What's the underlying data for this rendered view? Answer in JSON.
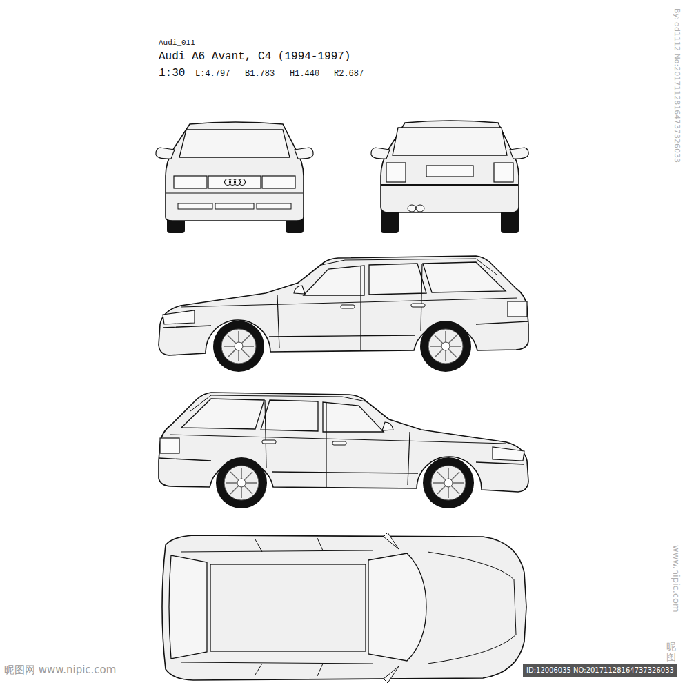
{
  "diagram": {
    "title": "Audi A6 Avant, C4 (1994-1997)",
    "labels": [
      "Audi_011",
      "1:30",
      "L:4.797",
      "B1.783",
      "H1.440",
      "R2.687",
      "By:ldd1112 No:20171128164737326033",
      "www.nipic.com",
      "昵图网",
      "昵图网 www.nipic.com",
      "ID:12006035 NO:20171128164737326033"
    ]
  }
}
